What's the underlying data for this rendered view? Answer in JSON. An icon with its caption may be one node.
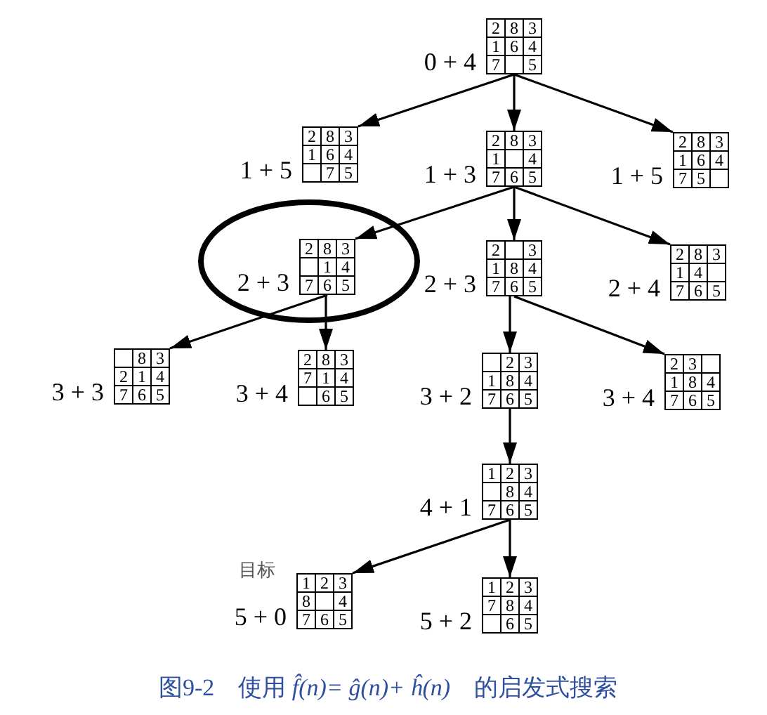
{
  "diagram": {
    "caption": "图9-2　使用 *f̂(n)= ĝ(n)+ ĥ(n)*　的启发式搜索",
    "nodes": [
      {
        "text": [],
        "shape": "box",
        "beside": [
          "0 + 4"
        ]
      },
      {
        "text": [
          "2"
        ],
        "in": 0
      },
      {
        "text": [
          "8"
        ],
        "in": 0
      },
      {
        "text": [
          "3"
        ],
        "in": 0
      },
      {
        "text": [
          "1"
        ],
        "in": 0
      },
      {
        "text": [
          "6"
        ],
        "in": 0
      },
      {
        "text": [
          "4"
        ],
        "in": 0
      },
      {
        "text": [
          "7"
        ],
        "in": 0
      },
      {
        "text": [],
        "shape": "box",
        "in": 0
      },
      {
        "text": [
          "5"
        ],
        "in": 0
      },
      {
        "text": [],
        "shape": "box",
        "beside": [
          "1 + 5"
        ]
      },
      {
        "text": [
          "2"
        ],
        "in": 10
      },
      {
        "text": [
          "8"
        ],
        "in": 10
      },
      {
        "text": [
          "3"
        ],
        "in": 10
      },
      {
        "text": [
          "1"
        ],
        "in": 10
      },
      {
        "text": [
          "6"
        ],
        "in": 10
      },
      {
        "text": [
          "4"
        ],
        "in": 10
      },
      {
        "text": [],
        "shape": "box",
        "in": 10
      },
      {
        "text": [
          "7"
        ],
        "in": 10
      },
      {
        "text": [
          "5"
        ],
        "in": 10
      },
      {
        "text": [],
        "shape": "box",
        "beside": [
          "1 + 3"
        ]
      },
      {
        "text": [
          "2"
        ],
        "in": 20
      },
      {
        "text": [
          "8"
        ],
        "in": 20
      },
      {
        "text": [
          "3"
        ],
        "in": 20
      },
      {
        "text": [
          "1"
        ],
        "in": 20
      },
      {
        "text": [],
        "shape": "box",
        "in": 20
      },
      {
        "text": [
          "4"
        ],
        "in": 20
      },
      {
        "text": [
          "7"
        ],
        "in": 20
      },
      {
        "text": [
          "6"
        ],
        "in": 20
      },
      {
        "text": [
          "5"
        ],
        "in": 20
      },
      {
        "text": [],
        "shape": "box",
        "beside": [
          "1 + 5"
        ]
      },
      {
        "text": [
          "2"
        ],
        "in": 30
      },
      {
        "text": [
          "8"
        ],
        "in": 30
      },
      {
        "text": [
          "3"
        ],
        "in": 30
      },
      {
        "text": [
          "1"
        ],
        "in": 30
      },
      {
        "text": [
          "6"
        ],
        "in": 30
      },
      {
        "text": [
          "4"
        ],
        "in": 30
      },
      {
        "text": [
          "7"
        ],
        "in": 30
      },
      {
        "text": [
          "5"
        ],
        "in": 30
      },
      {
        "text": [],
        "shape": "box",
        "in": 30
      },
      {
        "text": [],
        "shape": "box",
        "beside": [
          "2 + 3"
        ]
      },
      {
        "text": [
          "2"
        ],
        "in": 40
      },
      {
        "text": [
          "8"
        ],
        "in": 40
      },
      {
        "text": [
          "3"
        ],
        "in": 40
      },
      {
        "text": [],
        "shape": "box",
        "in": 40
      },
      {
        "text": [
          "1"
        ],
        "in": 40
      },
      {
        "text": [
          "4"
        ],
        "in": 40
      },
      {
        "text": [
          "7"
        ],
        "in": 40
      },
      {
        "text": [
          "6"
        ],
        "in": 40
      },
      {
        "text": [
          "5"
        ],
        "in": 40
      },
      {
        "text": [],
        "shape": "box",
        "beside": [
          "2 + 3"
        ]
      },
      {
        "text": [
          "2"
        ],
        "in": 50
      },
      {
        "text": [],
        "shape": "box",
        "in": 50
      },
      {
        "text": [
          "3"
        ],
        "in": 50
      },
      {
        "text": [
          "1"
        ],
        "in": 50
      },
      {
        "text": [
          "8"
        ],
        "in": 50
      },
      {
        "text": [
          "4"
        ],
        "in": 50
      },
      {
        "text": [
          "7"
        ],
        "in": 50
      },
      {
        "text": [
          "6"
        ],
        "in": 50
      },
      {
        "text": [
          "5"
        ],
        "in": 50
      },
      {
        "text": [],
        "shape": "box",
        "beside": [
          "2 + 4"
        ]
      },
      {
        "text": [
          "2"
        ],
        "in": 60
      },
      {
        "text": [
          "8"
        ],
        "in": 60
      },
      {
        "text": [
          "3"
        ],
        "in": 60
      },
      {
        "text": [
          "1"
        ],
        "in": 60
      },
      {
        "text": [
          "4"
        ],
        "in": 60
      },
      {
        "text": [],
        "shape": "box",
        "in": 60
      },
      {
        "text": [
          "7"
        ],
        "in": 60
      },
      {
        "text": [
          "6"
        ],
        "in": 60
      },
      {
        "text": [
          "5"
        ],
        "in": 60
      },
      {
        "text": [],
        "shape": "box",
        "beside": [
          "3 + 3"
        ]
      },
      {
        "text": [],
        "shape": "box",
        "in": 70
      },
      {
        "text": [
          "8"
        ],
        "in": 70
      },
      {
        "text": [
          "3"
        ],
        "in": 70
      },
      {
        "text": [
          "2"
        ],
        "in": 70
      },
      {
        "text": [
          "1"
        ],
        "in": 70
      },
      {
        "text": [
          "4"
        ],
        "in": 70
      },
      {
        "text": [
          "7"
        ],
        "in": 70
      },
      {
        "text": [
          "6"
        ],
        "in": 70
      },
      {
        "text": [
          "5"
        ],
        "in": 70
      },
      {
        "text": [],
        "shape": "box",
        "beside": [
          "3 + 4"
        ]
      },
      {
        "text": [
          "2"
        ],
        "in": 80
      },
      {
        "text": [
          "8"
        ],
        "in": 80
      },
      {
        "text": [
          "3"
        ],
        "in": 80
      },
      {
        "text": [
          "7"
        ],
        "in": 80
      },
      {
        "text": [
          "1"
        ],
        "in": 80
      },
      {
        "text": [
          "4"
        ],
        "in": 80
      },
      {
        "text": [],
        "shape": "box",
        "in": 80
      },
      {
        "text": [
          "6"
        ],
        "in": 80
      },
      {
        "text": [
          "5"
        ],
        "in": 80
      },
      {
        "text": [],
        "shape": "box",
        "beside": [
          "3 + 2"
        ]
      },
      {
        "text": [],
        "shape": "box",
        "in": 90
      },
      {
        "text": [
          "2"
        ],
        "in": 90
      },
      {
        "text": [
          "3"
        ],
        "in": 90
      },
      {
        "text": [
          "1"
        ],
        "in": 90
      },
      {
        "text": [
          "8"
        ],
        "in": 90
      },
      {
        "text": [
          "4"
        ],
        "in": 90
      },
      {
        "text": [
          "7"
        ],
        "in": 90
      },
      {
        "text": [
          "6"
        ],
        "in": 90
      },
      {
        "text": [
          "5"
        ],
        "in": 90
      },
      {
        "text": [],
        "shape": "box",
        "beside": [
          "3 + 4"
        ]
      },
      {
        "text": [
          "2"
        ],
        "in": 100
      },
      {
        "text": [
          "3"
        ],
        "in": 100
      },
      {
        "text": [],
        "shape": "box",
        "in": 100
      },
      {
        "text": [
          "1"
        ],
        "in": 100
      },
      {
        "text": [
          "8"
        ],
        "in": 100
      },
      {
        "text": [
          "4"
        ],
        "in": 100
      },
      {
        "text": [
          "7"
        ],
        "in": 100
      },
      {
        "text": [
          "6"
        ],
        "in": 100
      },
      {
        "text": [
          "5"
        ],
        "in": 100
      },
      {
        "text": [],
        "shape": "box",
        "beside": [
          "4 + 1"
        ]
      },
      {
        "text": [
          "1"
        ],
        "in": 110
      },
      {
        "text": [
          "2"
        ],
        "in": 110
      },
      {
        "text": [
          "3"
        ],
        "in": 110
      },
      {
        "text": [],
        "shape": "box",
        "in": 110
      },
      {
        "text": [
          "8"
        ],
        "in": 110
      },
      {
        "text": [
          "4"
        ],
        "in": 110
      },
      {
        "text": [
          "7"
        ],
        "in": 110
      },
      {
        "text": [
          "6"
        ],
        "in": 110
      },
      {
        "text": [
          "5"
        ],
        "in": 110
      },
      {
        "text": [],
        "shape": "box",
        "beside": [
          "目标",
          "5 + 0"
        ]
      },
      {
        "text": [
          "1"
        ],
        "in": 120
      },
      {
        "text": [
          "2"
        ],
        "in": 120
      },
      {
        "text": [
          "3"
        ],
        "in": 120
      },
      {
        "text": [
          "8"
        ],
        "in": 120
      },
      {
        "text": [],
        "shape": "box",
        "in": 120
      },
      {
        "text": [
          "4"
        ],
        "in": 120
      },
      {
        "text": [
          "7"
        ],
        "in": 120
      },
      {
        "text": [
          "6"
        ],
        "in": 120
      },
      {
        "text": [
          "5"
        ],
        "in": 120
      },
      {
        "text": [],
        "shape": "box",
        "beside": [
          "5 + 2"
        ]
      },
      {
        "text": [
          "1"
        ],
        "in": 130
      },
      {
        "text": [
          "2"
        ],
        "in": 130
      },
      {
        "text": [
          "3"
        ],
        "in": 130
      },
      {
        "text": [
          "7"
        ],
        "in": 130
      },
      {
        "text": [
          "8"
        ],
        "in": 130
      },
      {
        "text": [
          "4"
        ],
        "in": 130
      },
      {
        "text": [],
        "shape": "box",
        "in": 130
      },
      {
        "text": [
          "6"
        ],
        "in": 130
      },
      {
        "text": [
          "5"
        ],
        "in": 130
      }
    ],
    "edges": [
      {
        "from": 0,
        "to": 10,
        "arrow": "to"
      },
      {
        "from": 0,
        "to": 20,
        "arrow": "to"
      },
      {
        "from": 0,
        "to": 30,
        "arrow": "to"
      },
      {
        "from": 20,
        "to": 40,
        "arrow": "to"
      },
      {
        "from": 20,
        "to": 50,
        "arrow": "to"
      },
      {
        "from": 20,
        "to": 60,
        "arrow": "to"
      },
      {
        "from": 40,
        "to": 70,
        "arrow": "to"
      },
      {
        "from": 40,
        "to": 80,
        "arrow": "to"
      },
      {
        "from": 50,
        "to": 90,
        "arrow": "to"
      },
      {
        "from": 50,
        "to": 100,
        "arrow": "to"
      },
      {
        "from": 90,
        "to": 110,
        "arrow": "to"
      },
      {
        "from": 110,
        "to": 120,
        "arrow": "to"
      },
      {
        "from": 110,
        "to": 130,
        "arrow": "to"
      }
    ]
  }
}
